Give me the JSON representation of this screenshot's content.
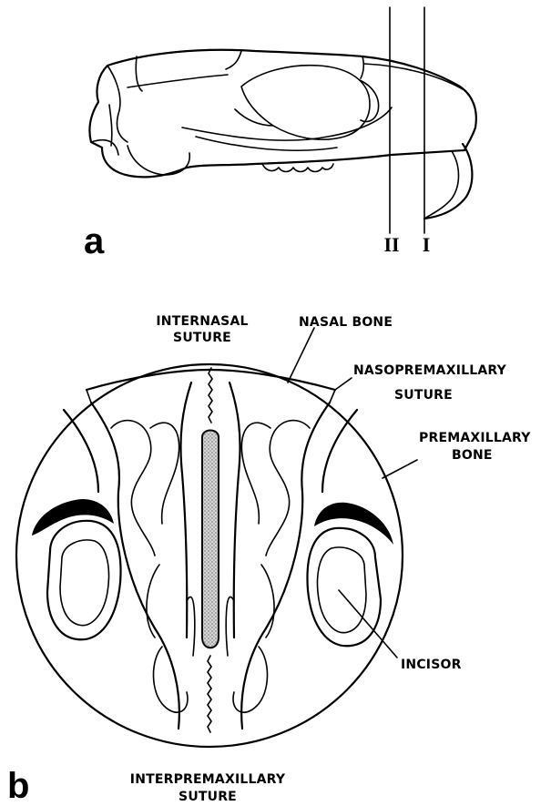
{
  "panel_a": {
    "letter": "a",
    "section_marks": {
      "II": "II",
      "I": "I"
    }
  },
  "panel_b": {
    "letter": "b",
    "labels": {
      "internasal_suture_line1": "INTERNASAL",
      "internasal_suture_line2": "SUTURE",
      "nasal_bone": "NASAL BONE",
      "nasopremaxillary_line1": "NASOPREMAXILLARY",
      "nasopremaxillary_line2": "SUTURE",
      "premaxillary_line1": "PREMAXILLARY",
      "premaxillary_line2": "BONE",
      "incisor": "INCISOR",
      "interpremaxillary_line1": "INTERPREMAXILLARY",
      "interpremaxillary_line2": "SUTURE"
    }
  }
}
